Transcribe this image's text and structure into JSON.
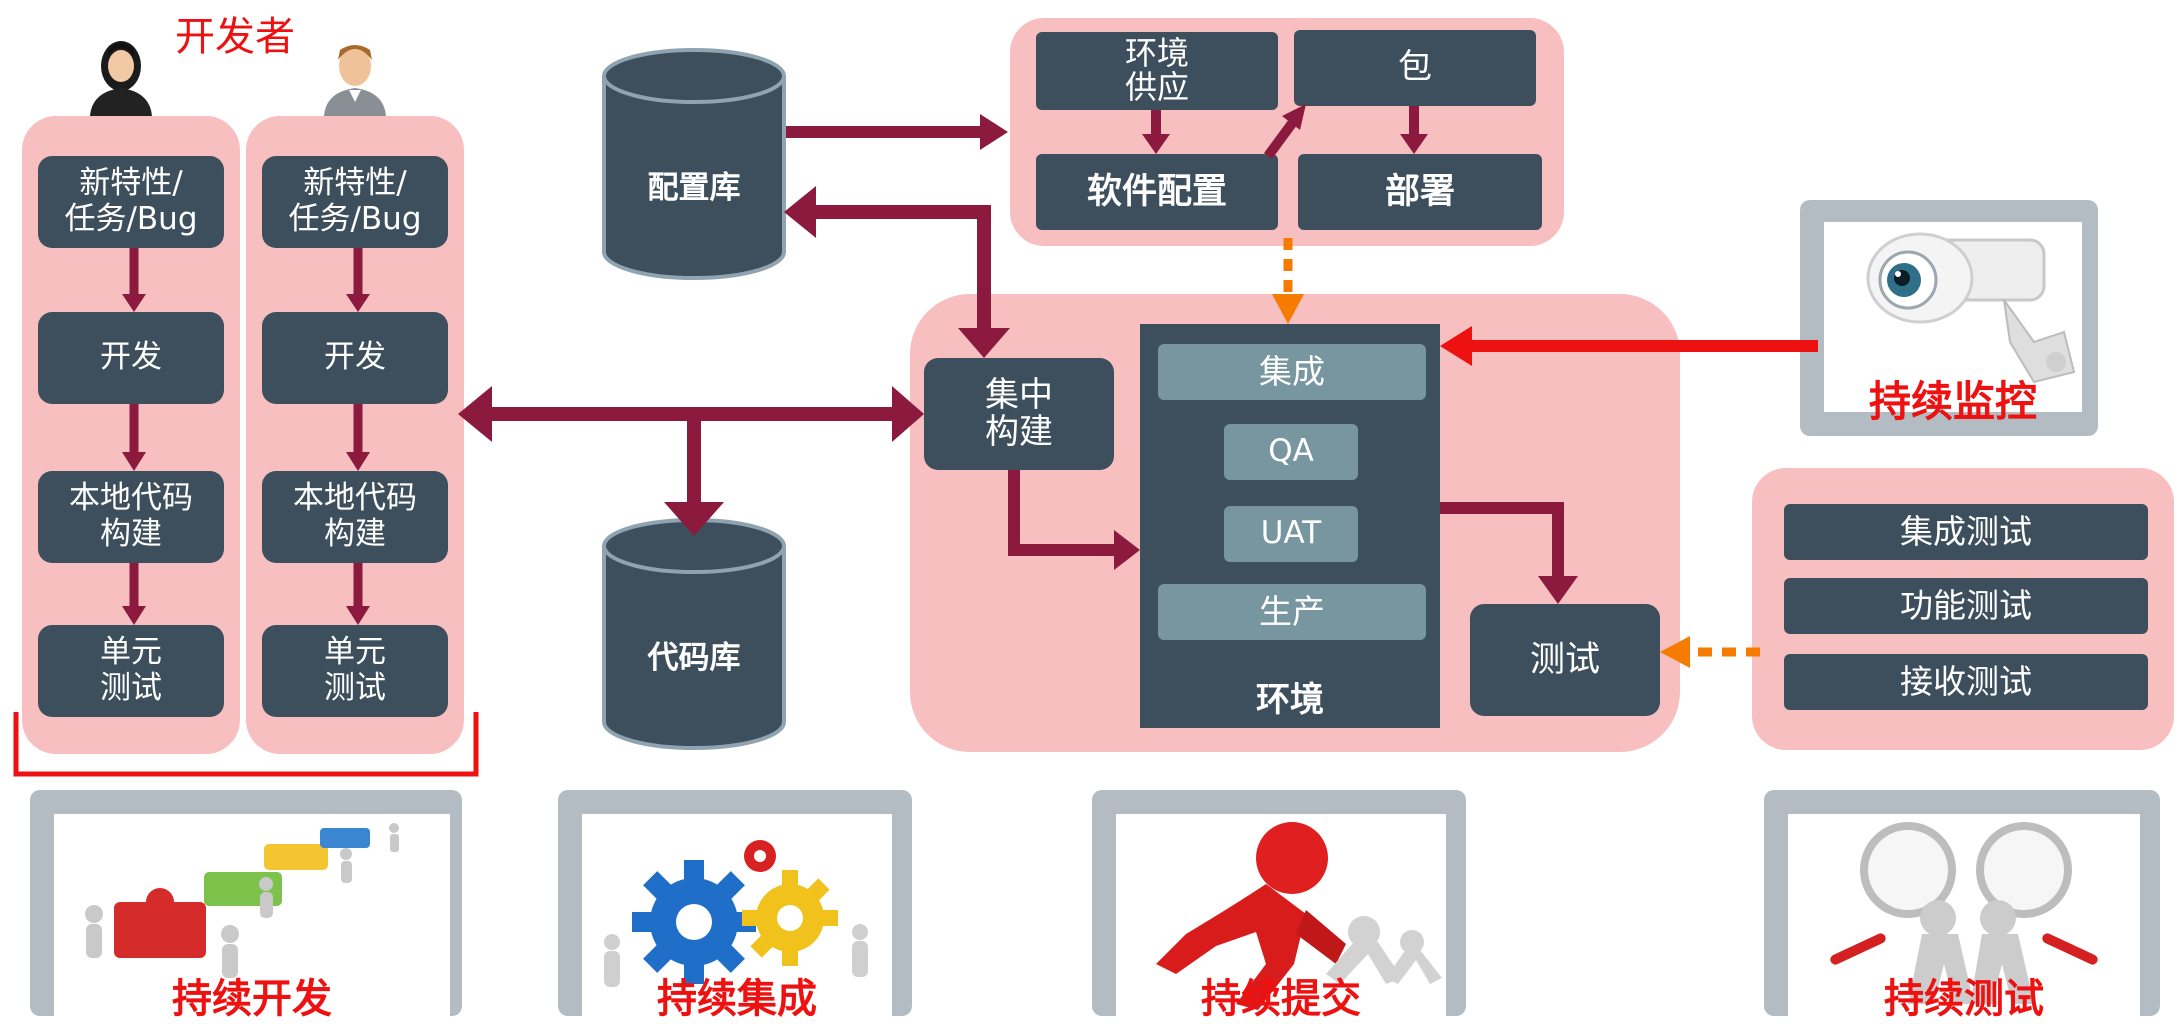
{
  "developers": {
    "title": "开发者",
    "lanes": [
      {
        "feature": "新特性/\n任务/Bug",
        "develop": "开发",
        "local_build": "本地代码\n构建",
        "unit_test": "单元\n测试"
      },
      {
        "feature": "新特性/\n任务/Bug",
        "develop": "开发",
        "local_build": "本地代码\n构建",
        "unit_test": "单元\n测试"
      }
    ]
  },
  "repositories": {
    "config": "配置库",
    "code": "代码库"
  },
  "provisioning": {
    "env_supply": "环境\n供应",
    "package": "包",
    "software_config": "软件配置",
    "deploy": "部署"
  },
  "central_build": "集中\n构建",
  "environment": {
    "label": "环境",
    "stages": [
      "集成",
      "QA",
      "UAT",
      "生产"
    ]
  },
  "test": "测试",
  "monitoring": {
    "label": "持续监控"
  },
  "test_types": [
    "集成测试",
    "功能测试",
    "接收测试"
  ],
  "practices": [
    "持续开发",
    "持续集成",
    "持续提交",
    "持续测试"
  ],
  "colors": {
    "pane": "#f8bfc1",
    "box": "#3d4f5c",
    "box_light": "#7896a0",
    "arrow": "#8b1a3e",
    "dotted_arrow": "#f57c00",
    "red_text": "#ee1111"
  }
}
